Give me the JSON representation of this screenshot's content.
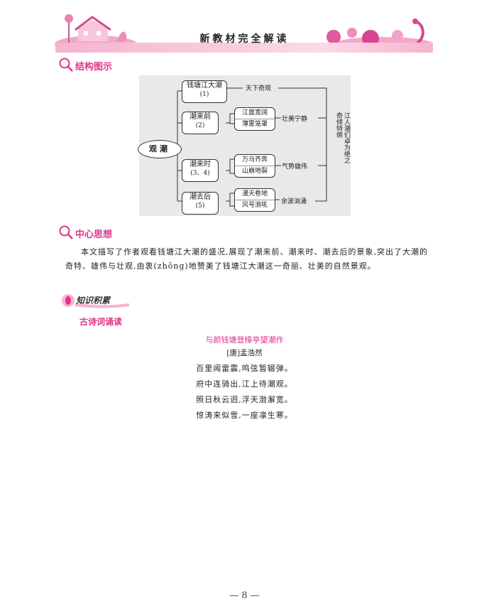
{
  "header": {
    "title": "新教材完全解读"
  },
  "sections": {
    "structure": "结构图示",
    "central_idea": "中心思想",
    "knowledge": "知识积累",
    "poetry": "古诗词诵读"
  },
  "diagram": {
    "center": "观潮",
    "nodes": [
      {
        "label": "钱塘江大潮",
        "num": "(1)"
      },
      {
        "label": "潮来前",
        "num": "(2)"
      },
      {
        "label": "潮来时",
        "num": "(3、4)"
      },
      {
        "label": "潮去后",
        "num": "(5)"
      }
    ],
    "details": {
      "n1": "天下奇观",
      "n2": [
        "江面宽阔",
        "薄雾笼罩"
      ],
      "n3": [
        "万马齐奔",
        "山崩地裂"
      ],
      "n4": [
        "漫天卷地",
        "风号浪吼"
      ]
    },
    "results": {
      "n2": "壮美宁静",
      "n3": "气势雄伟",
      "n4": "余波汹涌"
    },
    "summary": "江人潮们卓为绝之奇倾特倒"
  },
  "central_idea_text": "本文描写了作者观看钱塘江大潮的盛况,展现了潮来前、潮来时、潮去后的景象,突出了大潮的奇特、雄伟与壮观,由衷(zhōng)地赞美了钱塘江大潮这一奇丽、壮美的自然景观。",
  "poem": {
    "title": "与颜钱塘登樟亭望潮作",
    "author": "[唐]孟浩然",
    "lines": [
      "百里闻雷震,鸣弦暂辍弹。",
      "府中连骑出,江上待潮观。",
      "照日秋云迥,浮天渤澥宽。",
      "惊涛来似雪,一座凛生寒。"
    ]
  },
  "page_number": "— 8 —"
}
